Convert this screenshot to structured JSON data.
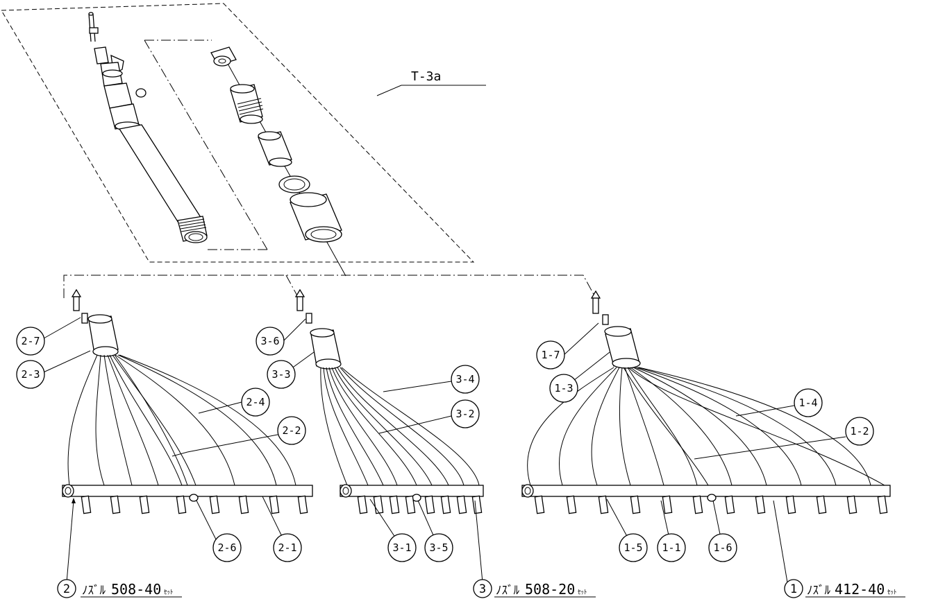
{
  "assembly_label": "T-3a",
  "callouts": {
    "c1_1": "1-1",
    "c1_2": "1-2",
    "c1_3": "1-3",
    "c1_4": "1-4",
    "c1_5": "1-5",
    "c1_6": "1-6",
    "c1_7": "1-7",
    "c2_1": "2-1",
    "c2_2": "2-2",
    "c2_3": "2-3",
    "c2_4": "2-4",
    "c2_6": "2-6",
    "c2_7": "2-7",
    "c3_1": "3-1",
    "c3_2": "3-2",
    "c3_3": "3-3",
    "c3_4": "3-4",
    "c3_5": "3-5",
    "c3_6": "3-6"
  },
  "sets": {
    "set1": {
      "number": "1",
      "prefix": "ﾉｽﾞﾙ",
      "code": "412-40",
      "suffix": "ｾｯﾄ"
    },
    "set2": {
      "number": "2",
      "prefix": "ﾉｽﾞﾙ",
      "code": "508-40",
      "suffix": "ｾｯﾄ"
    },
    "set3": {
      "number": "3",
      "prefix": "ﾉｽﾞﾙ",
      "code": "508-20",
      "suffix": "ｾｯﾄ"
    }
  }
}
